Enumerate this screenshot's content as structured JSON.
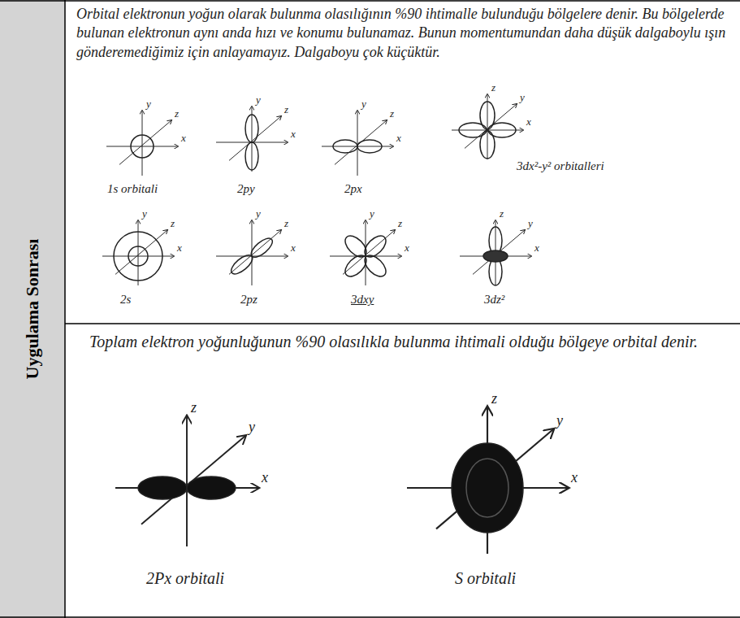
{
  "diagram": {
    "nodes": [
      {
        "text": [
          "Uygulama Sonrası"
        ]
      },
      {
        "text": [
          "Orbital elektronun yoğun olarak bulunma olasılığının %90 ihtimalle bulunduğu bölgelere denir. Bu bölgelerde bulunan elektronun aynı anda hızı ve konumu bulunamaz. Bunun momentumundan daha düşük dalgaboylu ışın gönderemediğimiz için anlayamayız. Dalgaboyu çok küçüktür."
        ]
      },
      {
        "text": [
          "Toplam elektron yoğunluğunun %90 olasılıkla bulunma ihtimali olduğu bölgeye orbital denir."
        ]
      }
    ],
    "labels": [
      "1s orbitali",
      "2py",
      "2px",
      "3dx²-y² orbitalleri",
      "2s",
      "2pz",
      "3dxy",
      "3dz²",
      "2Px orbitali",
      "S orbitali",
      "y",
      "z",
      "x",
      "y",
      "z",
      "x",
      "y",
      "z",
      "x",
      "z",
      "y",
      "x",
      "y",
      "z",
      "x",
      "y",
      "z",
      "x",
      "y",
      "z",
      "x",
      "z",
      "y",
      "x",
      "z",
      "y",
      "x",
      "z",
      "y",
      "x"
    ]
  }
}
